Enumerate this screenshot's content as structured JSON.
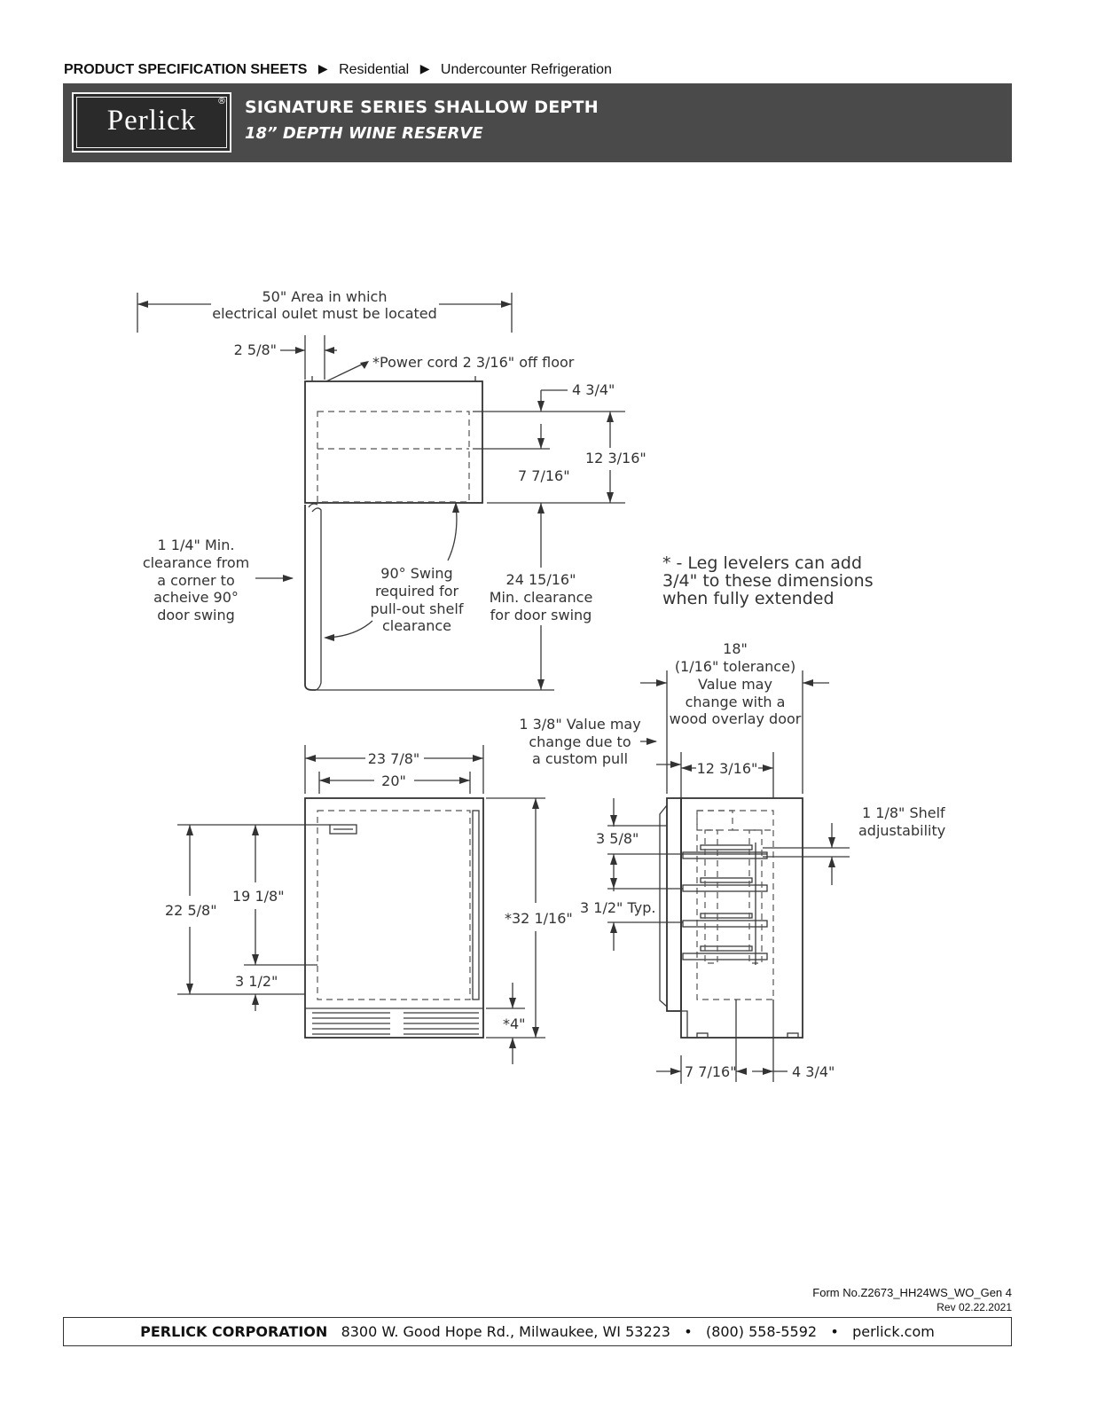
{
  "breadcrumb": {
    "section": "PRODUCT SPECIFICATION SHEETS",
    "level1": "Residential",
    "level2": "Undercounter Refrigeration",
    "separator": "▶"
  },
  "banner": {
    "logo_text": "Perlick",
    "registered_mark": "®",
    "title": "SIGNATURE SERIES SHALLOW DEPTH",
    "subtitle": "18” DEPTH WINE RESERVE"
  },
  "top_view": {
    "outlet_area_line1": "50\" Area in which",
    "outlet_area_line2": "electrical oulet must be located",
    "cord_offset": "2 5/8\"",
    "power_cord": "*Power cord 2 3/16\" off floor",
    "dim_4_3_4": "4 3/4\"",
    "dim_12_3_16": "12 3/16\"",
    "dim_7_7_16": "7 7/16\"",
    "corner_clearance": [
      "1 1/4\" Min.",
      "clearance from",
      "a corner to",
      "acheive 90°",
      "door swing"
    ],
    "swing_note": [
      "90° Swing",
      "required for",
      "pull-out shelf",
      "clearance"
    ],
    "door_swing_clearance": [
      "24 15/16\"",
      "Min. clearance",
      "for door swing"
    ]
  },
  "leg_note": [
    "* - Leg levelers can add",
    "3/4\" to these dimensions",
    "when fully extended"
  ],
  "front_view": {
    "width_overall": "23 7/8\"",
    "width_inner": "20\"",
    "h_22_5_8": "22 5/8\"",
    "h_19_1_8": "19 1/8\"",
    "h_3_1_2": "3 1/2\"",
    "h_total": "*32 1/16\"",
    "h_base": "*4\""
  },
  "side_view": {
    "depth_note": [
      "18\"",
      "(1/16\" tolerance)",
      "Value may",
      "change with a",
      "wood overlay door"
    ],
    "pull_note": [
      "1 3/8\" Value may",
      "change due to",
      "a custom pull"
    ],
    "depth_12_3_16": "12 3/16\"",
    "shelf_adjust": [
      "1 1/8\" Shelf",
      "adjustability"
    ],
    "dim_3_5_8": "3 5/8\"",
    "dim_3_1_2_typ": "3 1/2\" Typ.",
    "bottom_7_7_16": "7 7/16\"",
    "bottom_4_3_4": "4 3/4\""
  },
  "footer": {
    "form_no": "Form No.Z2673_HH24WS_WO_Gen 4",
    "rev": "Rev 02.22.2021",
    "company": "PERLICK CORPORATION",
    "address": "8300 W. Good Hope Rd.,  Milwaukee, WI  53223",
    "bullet": "•",
    "phone": "(800) 558-5592",
    "web": "perlick.com"
  }
}
